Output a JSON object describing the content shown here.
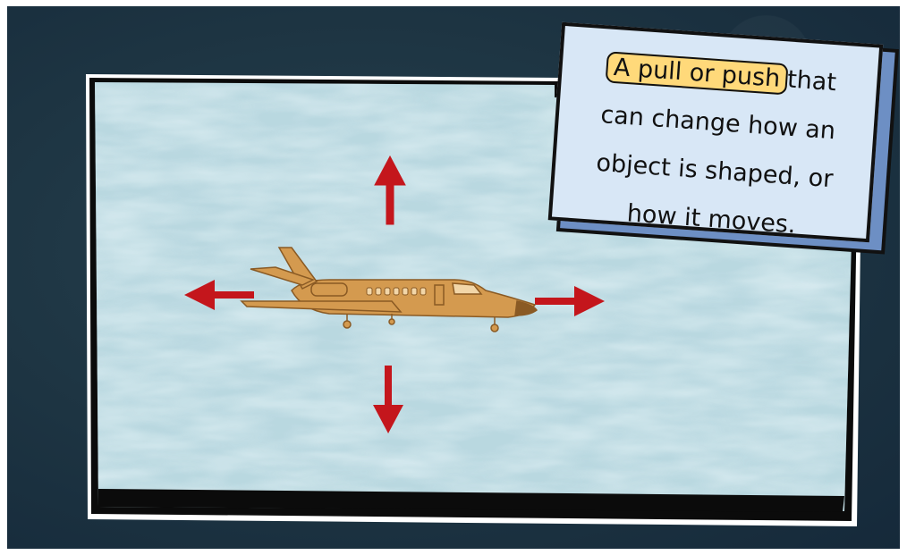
{
  "scene": {
    "description_icon": "airplane-icon",
    "arrow_color": "#c4161c",
    "plane_color": "#d49a4f",
    "panel_color": "#b8d6df"
  },
  "definition": {
    "highlight": "A pull or push",
    "line1_rest": "that",
    "line2": "can change how an",
    "line3": "object is shaped, or",
    "line4": "how it moves."
  }
}
